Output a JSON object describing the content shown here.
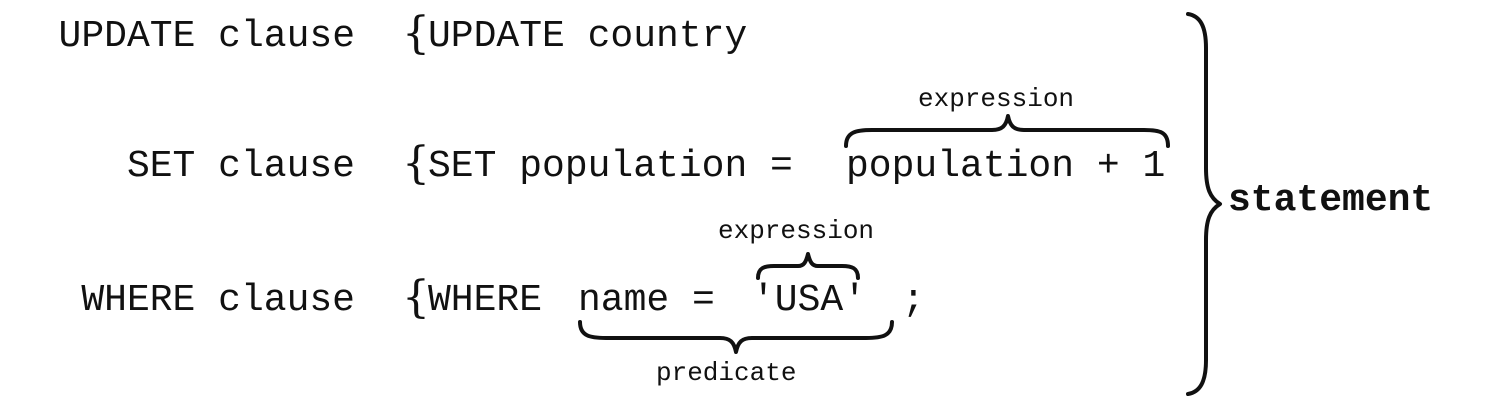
{
  "clauses": {
    "update": {
      "label": "UPDATE clause",
      "brace": "{",
      "code": "UPDATE country"
    },
    "set": {
      "label": "SET clause",
      "brace": "{",
      "code_prefix": "SET population =",
      "expression_code": "population + 1",
      "expression_label": "expression"
    },
    "where": {
      "label": "WHERE clause",
      "brace": "{",
      "code_prefix": "WHERE",
      "predicate_lhs": "name =",
      "value": "'USA'",
      "terminator": ";",
      "expression_label": "expression",
      "predicate_label": "predicate"
    }
  },
  "statement_label": "statement",
  "colors": {
    "text": "#111111",
    "background": "#ffffff"
  }
}
